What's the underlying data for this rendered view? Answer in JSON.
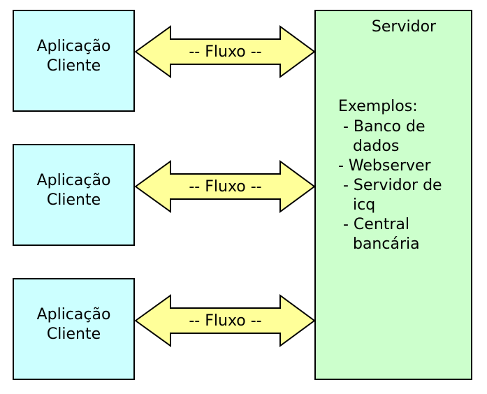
{
  "clients": [
    {
      "label": "Aplicação\nCliente"
    },
    {
      "label": "Aplicação\nCliente"
    },
    {
      "label": "Aplicação\nCliente"
    }
  ],
  "arrows": [
    {
      "label": "-- Fluxo --"
    },
    {
      "label": "-- Fluxo --"
    },
    {
      "label": "-- Fluxo --"
    }
  ],
  "server": {
    "title": "Servidor",
    "examples_heading": "Exemplos:",
    "examples": [
      " - Banco de",
      "   dados",
      "- Webserver",
      " - Servidor de",
      "   icq",
      " - Central",
      "   bancária"
    ]
  },
  "colors": {
    "client_fill": "#ccffff",
    "server_fill": "#ccffcc",
    "arrow_fill": "#ffff99",
    "stroke": "#000000"
  }
}
